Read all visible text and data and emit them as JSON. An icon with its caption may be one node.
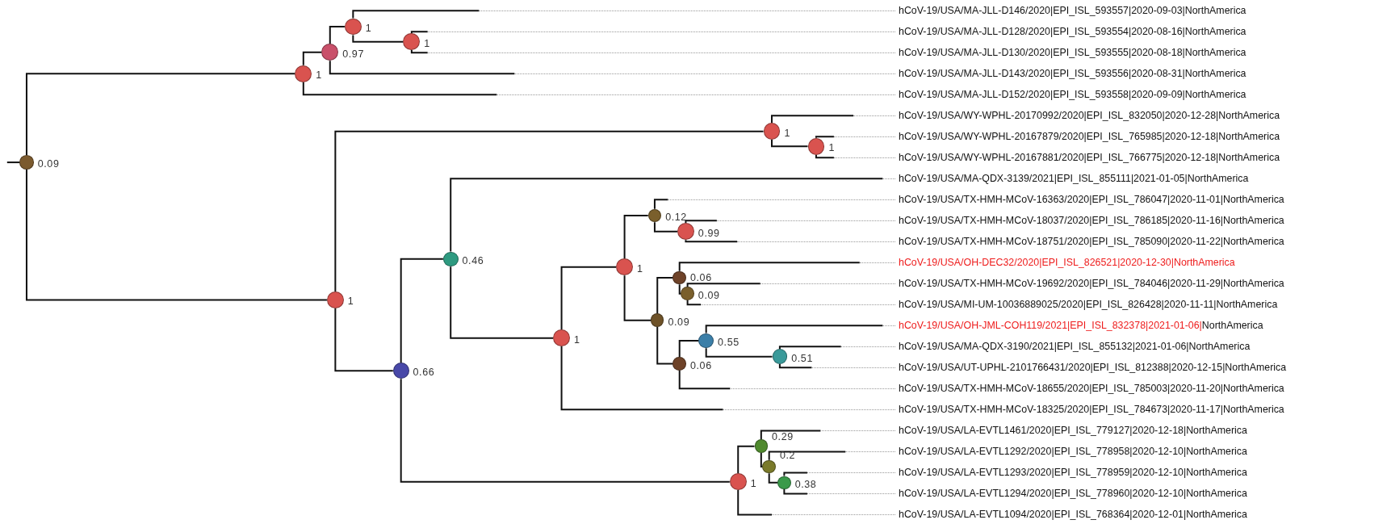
{
  "diagram": {
    "nodes": [
      {
        "text": [],
        "shape": "circle",
        "beside": [
          "0.09"
        ]
      },
      {
        "text": [],
        "shape": "circle",
        "beside": [
          "1"
        ]
      },
      {
        "text": [],
        "shape": "circle",
        "beside": [
          "0.97"
        ]
      },
      {
        "text": [],
        "shape": "circle",
        "beside": [
          "1"
        ]
      },
      {
        "text": [
          "hCoV-19/USA/MA-JLL-D146/2020|EPI_ISL_593557|2020-09-03|NorthAmerica"
        ]
      },
      {
        "text": [],
        "shape": "circle",
        "beside": [
          "1"
        ]
      },
      {
        "text": [
          "hCoV-19/USA/MA-JLL-D128/2020|EPI_ISL_593554|2020-08-16|NorthAmerica"
        ]
      },
      {
        "text": [
          "hCoV-19/USA/MA-JLL-D130/2020|EPI_ISL_593555|2020-08-18|NorthAmerica"
        ]
      },
      {
        "text": [
          "hCoV-19/USA/MA-JLL-D143/2020|EPI_ISL_593556|2020-08-31|NorthAmerica"
        ]
      },
      {
        "text": [
          "hCoV-19/USA/MA-JLL-D152/2020|EPI_ISL_593558|2020-09-09|NorthAmerica"
        ]
      },
      {
        "text": [],
        "shape": "circle",
        "beside": [
          "1"
        ]
      },
      {
        "text": [],
        "shape": "circle",
        "beside": [
          "1"
        ]
      },
      {
        "text": [
          "hCoV-19/USA/WY-WPHL-20170992/2020|EPI_ISL_832050|2020-12-28|NorthAmerica"
        ]
      },
      {
        "text": [],
        "shape": "circle",
        "beside": [
          "1"
        ]
      },
      {
        "text": [
          "hCoV-19/USA/WY-WPHL-20167879/2020|EPI_ISL_765985|2020-12-18|NorthAmerica"
        ]
      },
      {
        "text": [
          "hCoV-19/USA/WY-WPHL-20167881/2020|EPI_ISL_766775|2020-12-18|NorthAmerica"
        ]
      },
      {
        "text": [],
        "shape": "circle",
        "beside": [
          "0.66"
        ]
      },
      {
        "text": [],
        "shape": "circle",
        "beside": [
          "0.46"
        ]
      },
      {
        "text": [
          "hCoV-19/USA/MA-QDX-3139/2021|EPI_ISL_855111|2021-01-05|NorthAmerica"
        ]
      },
      {
        "text": [],
        "shape": "circle",
        "beside": [
          "1"
        ]
      },
      {
        "text": [],
        "shape": "circle",
        "beside": [
          "1"
        ]
      },
      {
        "text": [],
        "shape": "circle",
        "beside": [
          "0.12"
        ]
      },
      {
        "text": [
          "hCoV-19/USA/TX-HMH-MCoV-16363/2020|EPI_ISL_786047|2020-11-01|NorthAmerica"
        ]
      },
      {
        "text": [],
        "shape": "circle",
        "beside": [
          "0.99"
        ]
      },
      {
        "text": [
          "hCoV-19/USA/TX-HMH-MCoV-18037/2020|EPI_ISL_786185|2020-11-16|NorthAmerica"
        ]
      },
      {
        "text": [
          "hCoV-19/USA/TX-HMH-MCoV-18751/2020|EPI_ISL_785090|2020-11-22|NorthAmerica"
        ]
      },
      {
        "text": [],
        "shape": "circle",
        "beside": [
          "0.09"
        ]
      },
      {
        "text": [],
        "shape": "circle",
        "beside": [
          "0.06"
        ]
      },
      {
        "text": [
          "hCoV-19/USA/OH-DEC32/2020|EPI_ISL_826521|2020-12-30|NorthAmerica"
        ]
      },
      {
        "text": [],
        "shape": "circle",
        "beside": [
          "0.09"
        ]
      },
      {
        "text": [
          "hCoV-19/USA/TX-HMH-MCoV-19692/2020|EPI_ISL_784046|2020-11-29|NorthAmerica"
        ]
      },
      {
        "text": [
          "hCoV-19/USA/MI-UM-10036889025/2020|EPI_ISL_826428|2020-11-11|NorthAmerica"
        ]
      },
      {
        "text": [],
        "shape": "circle",
        "beside": [
          "0.06"
        ]
      },
      {
        "text": [],
        "shape": "circle",
        "beside": [
          "0.55"
        ]
      },
      {
        "text": [
          "hCoV-19/USA/OH-JML-COH119/2021|EPI_ISL_832378|2021-01-06|NorthAmerica"
        ]
      },
      {
        "text": [],
        "shape": "circle",
        "beside": [
          "0.51"
        ]
      },
      {
        "text": [
          "hCoV-19/USA/MA-QDX-3190/2021|EPI_ISL_855132|2021-01-06|NorthAmerica"
        ]
      },
      {
        "text": [
          "hCoV-19/USA/UT-UPHL-2101766431/2020|EPI_ISL_812388|2020-12-15|NorthAmerica"
        ]
      },
      {
        "text": [
          "hCoV-19/USA/TX-HMH-MCoV-18655/2020|EPI_ISL_785003|2020-11-20|NorthAmerica"
        ]
      },
      {
        "text": [
          "hCoV-19/USA/TX-HMH-MCoV-18325/2020|EPI_ISL_784673|2020-11-17|NorthAmerica"
        ]
      },
      {
        "text": [],
        "shape": "circle",
        "beside": [
          "1"
        ]
      },
      {
        "text": [],
        "shape": "circle",
        "beside": [
          "0.29"
        ]
      },
      {
        "text": [
          "hCoV-19/USA/LA-EVTL1461/2020|EPI_ISL_779127|2020-12-18|NorthAmerica"
        ]
      },
      {
        "text": [],
        "shape": "circle",
        "beside": [
          "0.2"
        ]
      },
      {
        "text": [
          "hCoV-19/USA/LA-EVTL1292/2020|EPI_ISL_778958|2020-12-10|NorthAmerica"
        ]
      },
      {
        "text": [],
        "shape": "circle",
        "beside": [
          "0.38"
        ]
      },
      {
        "text": [
          "hCoV-19/USA/LA-EVTL1293/2020|EPI_ISL_778959|2020-12-10|NorthAmerica"
        ]
      },
      {
        "text": [
          "hCoV-19/USA/LA-EVTL1294/2020|EPI_ISL_778960|2020-12-10|NorthAmerica"
        ]
      },
      {
        "text": [
          "hCoV-19/USA/LA-EVTL1094/2020|EPI_ISL_768364|2020-12-01|NorthAmerica"
        ]
      }
    ],
    "edges": [
      {
        "from": null,
        "to": 0,
        "arrow": "none"
      },
      {
        "from": 0,
        "to": 1,
        "arrow": "none"
      },
      {
        "from": 1,
        "to": 2,
        "arrow": "none"
      },
      {
        "from": 2,
        "to": 3,
        "arrow": "none"
      },
      {
        "from": 3,
        "to": 4,
        "arrow": "none"
      },
      {
        "from": 3,
        "to": 5,
        "arrow": "none"
      },
      {
        "from": 5,
        "to": 6,
        "arrow": "none"
      },
      {
        "from": 5,
        "to": 7,
        "arrow": "none"
      },
      {
        "from": 2,
        "to": 8,
        "arrow": "none"
      },
      {
        "from": 1,
        "to": 9,
        "arrow": "none"
      },
      {
        "from": 0,
        "to": 10,
        "arrow": "none"
      },
      {
        "from": 10,
        "to": 11,
        "arrow": "none"
      },
      {
        "from": 11,
        "to": 12,
        "arrow": "none"
      },
      {
        "from": 11,
        "to": 13,
        "arrow": "none"
      },
      {
        "from": 13,
        "to": 14,
        "arrow": "none"
      },
      {
        "from": 13,
        "to": 15,
        "arrow": "none"
      },
      {
        "from": 10,
        "to": 16,
        "arrow": "none"
      },
      {
        "from": 16,
        "to": 17,
        "arrow": "none"
      },
      {
        "from": 17,
        "to": 18,
        "arrow": "none"
      },
      {
        "from": 17,
        "to": 19,
        "arrow": "none"
      },
      {
        "from": 19,
        "to": 20,
        "arrow": "none"
      },
      {
        "from": 20,
        "to": 21,
        "arrow": "none"
      },
      {
        "from": 21,
        "to": 22,
        "arrow": "none"
      },
      {
        "from": 21,
        "to": 23,
        "arrow": "none"
      },
      {
        "from": 23,
        "to": 24,
        "arrow": "none"
      },
      {
        "from": 23,
        "to": 25,
        "arrow": "none"
      },
      {
        "from": 20,
        "to": 26,
        "arrow": "none"
      },
      {
        "from": 26,
        "to": 27,
        "arrow": "none"
      },
      {
        "from": 27,
        "to": 28,
        "arrow": "none"
      },
      {
        "from": 27,
        "to": 29,
        "arrow": "none"
      },
      {
        "from": 29,
        "to": 30,
        "arrow": "none"
      },
      {
        "from": 29,
        "to": 31,
        "arrow": "none"
      },
      {
        "from": 26,
        "to": 32,
        "arrow": "none"
      },
      {
        "from": 32,
        "to": 33,
        "arrow": "none"
      },
      {
        "from": 33,
        "to": 34,
        "arrow": "none"
      },
      {
        "from": 33,
        "to": 35,
        "arrow": "none"
      },
      {
        "from": 35,
        "to": 36,
        "arrow": "none"
      },
      {
        "from": 35,
        "to": 37,
        "arrow": "none"
      },
      {
        "from": 32,
        "to": 38,
        "arrow": "none"
      },
      {
        "from": 19,
        "to": 39,
        "arrow": "none"
      },
      {
        "from": 16,
        "to": 40,
        "arrow": "none"
      },
      {
        "from": 40,
        "to": 41,
        "arrow": "none"
      },
      {
        "from": 41,
        "to": 42,
        "arrow": "none"
      },
      {
        "from": 41,
        "to": 43,
        "arrow": "none"
      },
      {
        "from": 43,
        "to": 44,
        "arrow": "none"
      },
      {
        "from": 43,
        "to": 45,
        "arrow": "none"
      },
      {
        "from": 45,
        "to": 46,
        "arrow": "none"
      },
      {
        "from": 45,
        "to": 47,
        "arrow": "none"
      },
      {
        "from": 40,
        "to": 48,
        "arrow": "none"
      }
    ]
  }
}
